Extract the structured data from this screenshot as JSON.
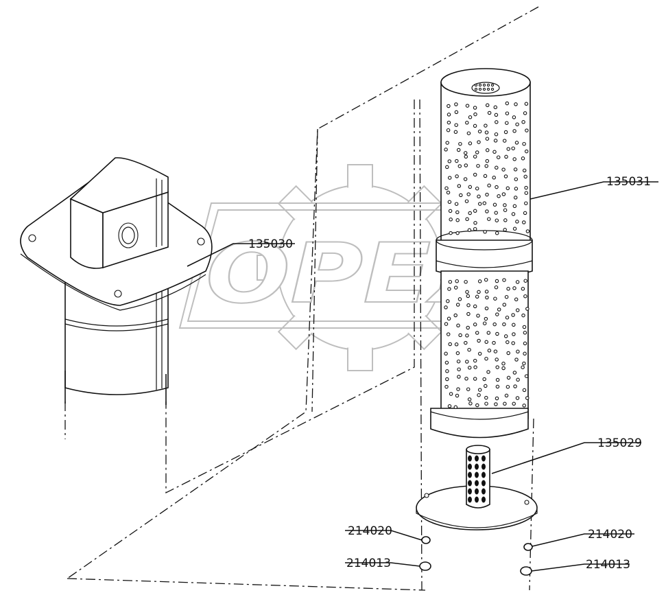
{
  "watermark": {
    "text": "OPEX"
  },
  "labels": {
    "housing": "135030",
    "filter_element": "135031",
    "center_tube": "135029",
    "washer_left": "214020",
    "nut_left": "214013",
    "washer_right": "214020",
    "nut_right": "214013"
  },
  "icons": {
    "watermark_gear": "gear-icon"
  }
}
